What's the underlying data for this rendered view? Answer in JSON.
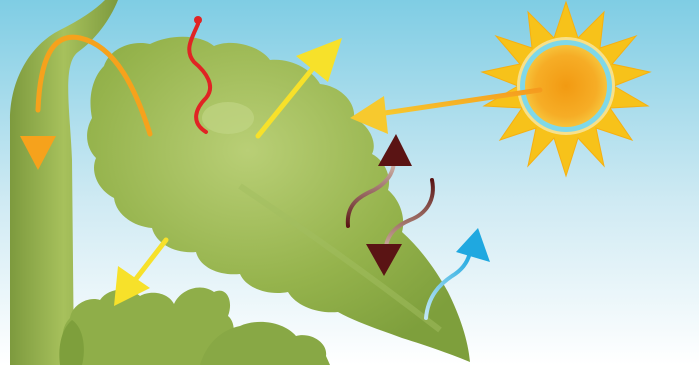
{
  "diagram": {
    "elements": [
      {
        "name": "sky",
        "icon": "sky-gradient"
      },
      {
        "name": "sun",
        "icon": "sun-icon"
      },
      {
        "name": "plant-stem",
        "icon": "stem-icon"
      },
      {
        "name": "leaf",
        "icon": "leaf-icon"
      }
    ],
    "arrows": [
      {
        "name": "sunlight-arrow",
        "color": "#f5a623",
        "meaning": "incoming light"
      },
      {
        "name": "reflected-light-arrow",
        "color": "#f7e12a"
      },
      {
        "name": "transmitted-light-arrow",
        "color": "#f7e12a"
      },
      {
        "name": "translocation-arrow",
        "color": "#f5a623"
      },
      {
        "name": "heat-emission-arrow",
        "color": "#e02424"
      },
      {
        "name": "gas-exchange-out-arrow",
        "color": "#5a1414"
      },
      {
        "name": "gas-exchange-in-arrow",
        "color": "#5a1414"
      },
      {
        "name": "water-vapor-arrow",
        "color": "#1fa8e0"
      }
    ],
    "colors": {
      "sky_top": "#7fcde4",
      "sky_bottom": "#ffffff",
      "leaf": "#8fb04a",
      "leaf_highlight": "#b7cd73",
      "stem": "#8aa84a",
      "sun_core": "#f6a21c",
      "sun_ring": "#7fd8e8",
      "sun_rays": "#f7c21a"
    }
  }
}
